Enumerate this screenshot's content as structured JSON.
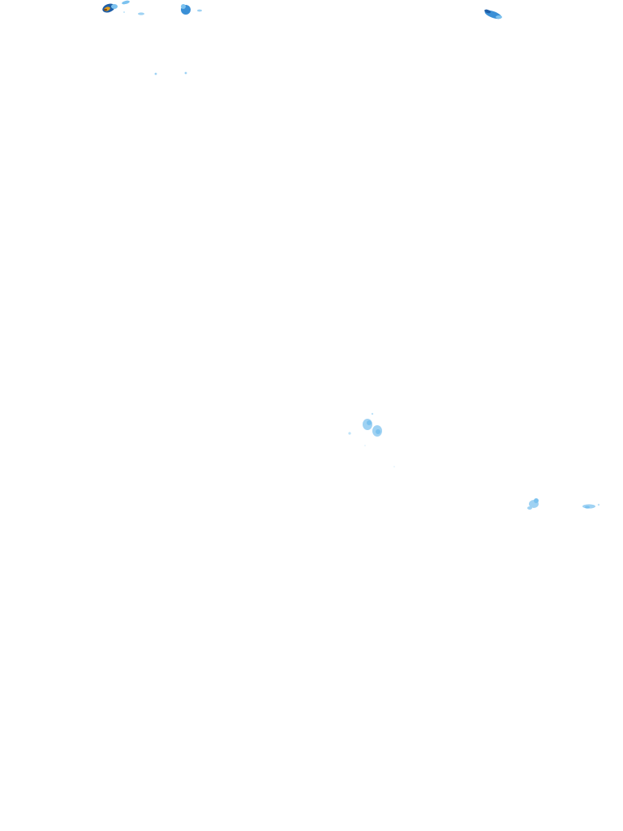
{
  "layer": {
    "kind": "precipitation radar overlay",
    "background": "transparent",
    "legend": {
      "light": "#bfe3f8",
      "moderate": "#7cc2ef",
      "heavy": "#3a8fd6",
      "intense": "#1f5fa8",
      "core": "#e0a020"
    },
    "echo_cells": [
      {
        "id": "cell-nw-main",
        "intensity": "intense"
      },
      {
        "id": "cell-nw-trail",
        "intensity": "light"
      },
      {
        "id": "cell-nw-east",
        "intensity": "heavy"
      },
      {
        "id": "cell-ne",
        "intensity": "heavy"
      },
      {
        "id": "cell-center",
        "intensity": "moderate"
      },
      {
        "id": "cell-se-west",
        "intensity": "moderate"
      },
      {
        "id": "cell-se-east",
        "intensity": "moderate"
      }
    ]
  }
}
